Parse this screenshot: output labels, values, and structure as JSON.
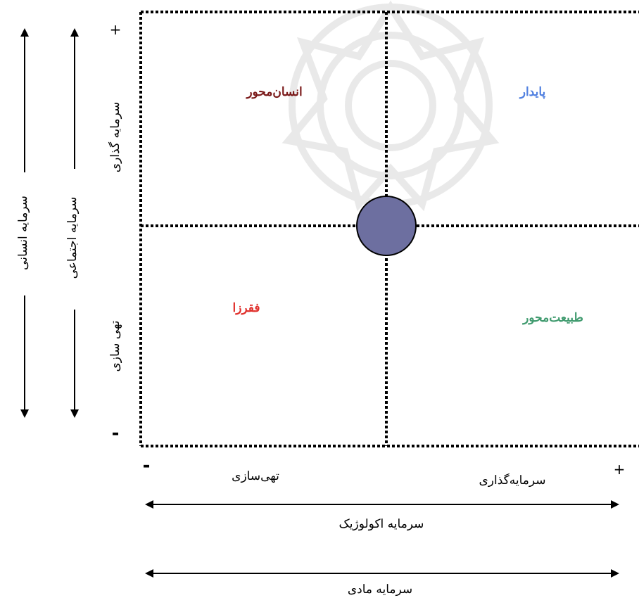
{
  "diagram": {
    "quadrants": {
      "top_left": "انسان‌محور",
      "top_right": "پایدار",
      "bottom_left": "فقرزا",
      "bottom_right": "طبیعت‌محور"
    },
    "vertical_axis": {
      "upper_label": "سرمایه گذاری",
      "lower_label": "تهی سازی",
      "plus": "+",
      "minus": "-"
    },
    "horizontal_axis": {
      "left_label": "تهی‌سازی",
      "right_label": "سرمایه‌گذاری",
      "plus": "+",
      "minus": "-"
    },
    "side_arrows": {
      "human_capital": "سرمایه انسانی",
      "social_capital": "سرمایه اجتماعی"
    },
    "bottom_arrows": {
      "ecological_capital": "سرمایه اکولوژیک",
      "material_capital": "سرمایه مادی"
    },
    "colors": {
      "top_left": "#7b1a1a",
      "top_right": "#4f7fe0",
      "bottom_left": "#e0302c",
      "bottom_right": "#3f9a6e",
      "center_circle": "#6d6fa0"
    }
  }
}
